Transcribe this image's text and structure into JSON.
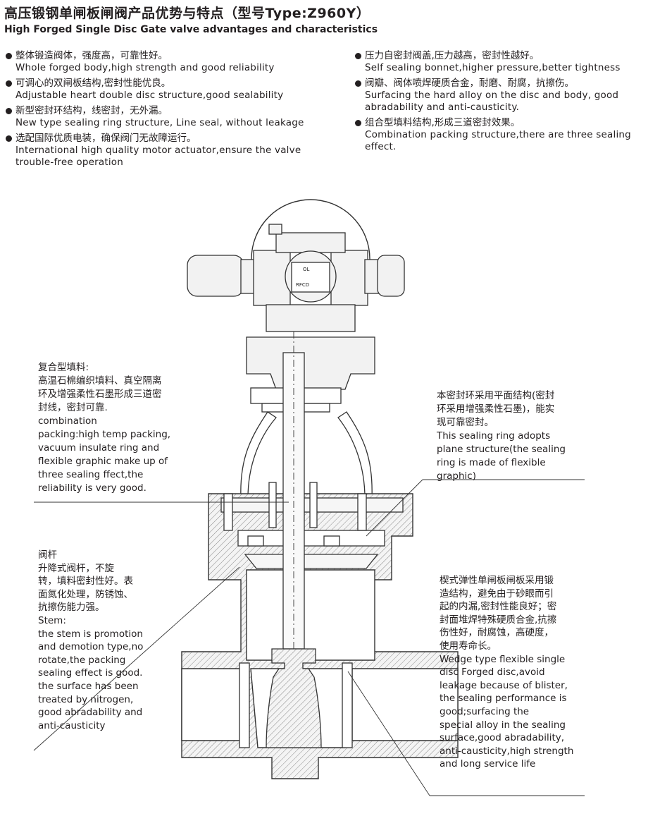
{
  "header": {
    "title_cn": "高压锻钢单闸板闸阀产品优势与特点（型号Type:Z960Y）",
    "title_en": "High Forged Single Disc Gate valve advantages and characteristics"
  },
  "advantages_left": [
    {
      "cn": "整体锻造阀体，强度高，可靠性好。",
      "en": [
        "Whole forged body,high strength and good reliability"
      ]
    },
    {
      "cn": "可调心的双闸板结构,密封性能优良。",
      "en": [
        "Adjustable heart double disc structure,good sealability"
      ]
    },
    {
      "cn": "新型密封环结构，线密封，无外漏。",
      "en": [
        "New type sealing ring structure, Line seal, without leakage"
      ]
    },
    {
      "cn": "选配国际优质电装，确保阀门无故障运行。",
      "en": [
        "International high quality motor actuator,ensure the valve",
        "trouble-free operation"
      ]
    }
  ],
  "advantages_right": [
    {
      "cn": "压力自密封阀盖,压力越高，密封性越好。",
      "en": [
        "Self sealing bonnet,higher pressure,better tightness"
      ]
    },
    {
      "cn": "阀瓣、阀体喷焊硬质合金，耐磨、耐腐，抗擦伤。",
      "en": [
        "Surfacing the hard alloy on the disc and body, good",
        "abradability and anti-causticity."
      ]
    },
    {
      "cn": "组合型填料结构,形成三道密封效果。",
      "en": [
        "Combination packing structure,there are three sealing",
        "effect."
      ]
    }
  ],
  "callouts": {
    "packing": [
      "复合型填料:",
      "高温石棉编织填料、真空隔离",
      "环及增强柔性石墨形成三道密",
      "封线，密封可靠.",
      "combination",
      "packing:high temp packing,",
      "vacuum insulate ring and",
      "flexible graphic make up of",
      "three sealing ffect,the",
      "reliability is very good."
    ],
    "stem": [
      "阀杆",
      "升降式阀杆，不旋",
      "转，填料密封性好。表",
      "面氮化处理，防锈蚀、",
      "抗擦伤能力强。",
      "Stem:",
      "the stem is promotion",
      "and demotion type,no",
      "rotate,the packing",
      "sealing effect is good.",
      "the surface has been",
      "treated by nitrogen,",
      "good abradability and",
      "anti-causticity"
    ],
    "sealing_ring": [
      "本密封环采用平面结构(密封",
      "环采用增强柔性石墨)，能实",
      "现可靠密封。",
      "This sealing ring adopts",
      "plane structure(the sealing",
      "ring is made of flexible",
      "graphic)"
    ],
    "wedge": [
      "楔式弹性单闸板闸板采用锻",
      "造结构，避免由于砂眼而引",
      "起的内漏,密封性能良好；密",
      "封面堆焊特殊硬质合金,抗擦",
      "伤性好，耐腐蚀，高硬度，",
      "使用寿命长。",
      "Wedge type flexible single",
      "disc Forged disc,avoid",
      "leakage because of blister,",
      "the sealing performance is",
      "good;surfacing the",
      "special alloy in the sealing",
      "surface,good abradability,",
      "anti-causticity,high strength",
      "and long service life"
    ]
  },
  "drawing": {
    "actuator_labels": [
      "OL",
      "RFCD"
    ]
  }
}
